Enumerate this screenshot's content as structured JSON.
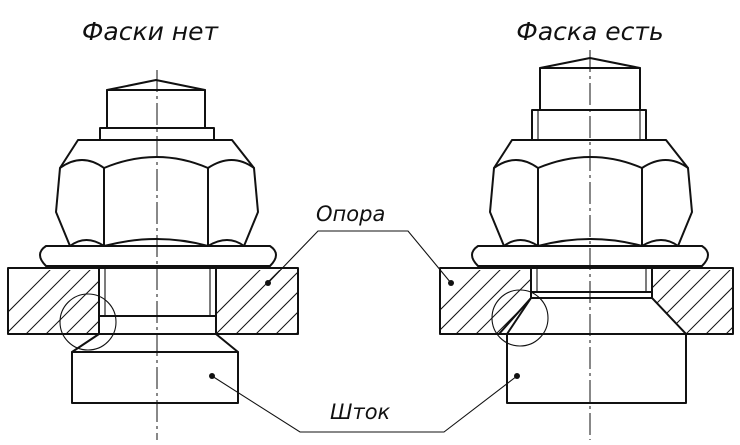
{
  "variants": [
    {
      "title": "Фаски нет"
    },
    {
      "title": "Фаска есть"
    }
  ],
  "callouts": {
    "support": "Опора",
    "rod": "Шток"
  },
  "colors": {
    "ink": "#111111",
    "background": "#ffffff"
  }
}
